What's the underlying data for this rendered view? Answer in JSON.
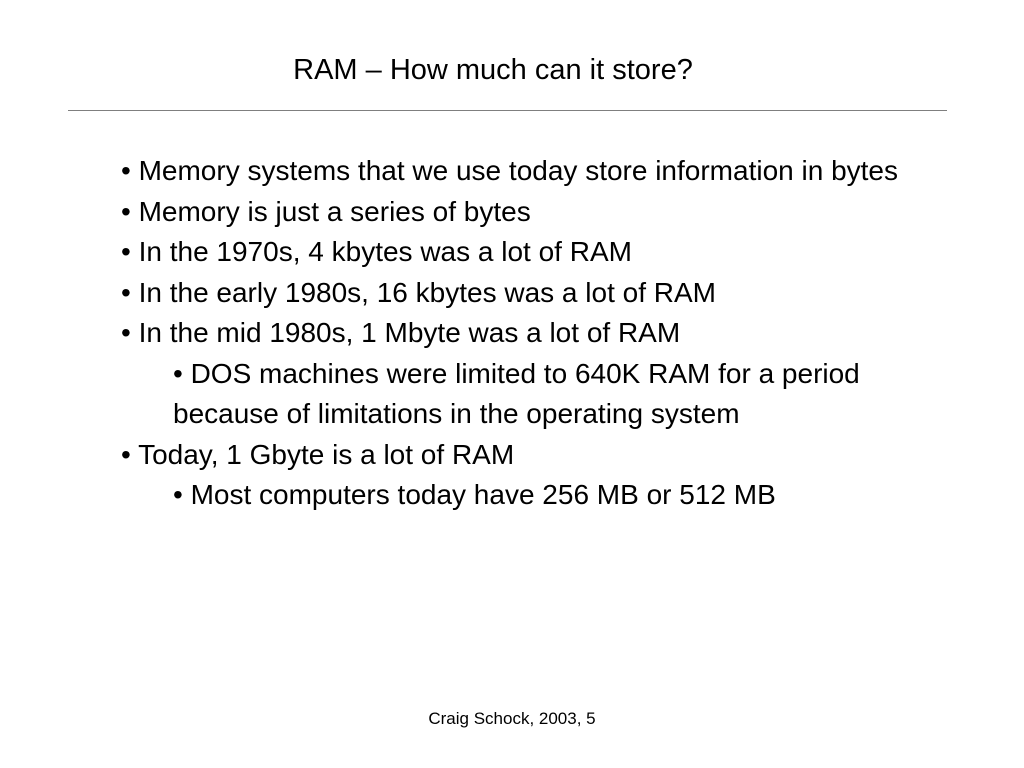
{
  "slide": {
    "title": "RAM – How much can it store?",
    "bullets": [
      {
        "text": "• Memory systems that we use today store information in bytes",
        "level": 1
      },
      {
        "text": "• Memory is just a series of bytes",
        "level": 1
      },
      {
        "text": "• In the 1970s, 4 kbytes was a lot of RAM",
        "level": 1
      },
      {
        "text": "• In the early 1980s, 16 kbytes was a lot of RAM",
        "level": 1
      },
      {
        "text": "• In the mid 1980s, 1 Mbyte was a lot of RAM",
        "level": 1
      },
      {
        "text": "• DOS machines were limited to 640K RAM for a period because of limitations in the operating system",
        "level": 2
      },
      {
        "text": "• Today, 1 Gbyte is a lot of RAM",
        "level": 1
      },
      {
        "text": "• Most computers today have 256 MB or 512 MB",
        "level": 2
      }
    ],
    "footer": "Craig Schock, 2003, 5"
  }
}
